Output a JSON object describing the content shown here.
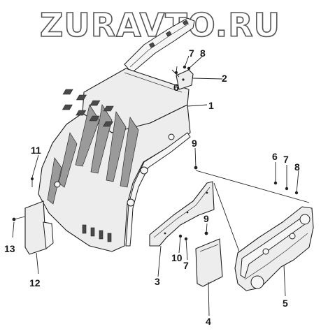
{
  "watermark": "ZURAVTO.RU",
  "callouts": [
    {
      "id": "c1",
      "text": "1"
    },
    {
      "id": "c2",
      "text": "2"
    },
    {
      "id": "c3",
      "text": "3"
    },
    {
      "id": "c4",
      "text": "4"
    },
    {
      "id": "c5",
      "text": "5"
    },
    {
      "id": "c6a",
      "text": "6"
    },
    {
      "id": "c6b",
      "text": "6"
    },
    {
      "id": "c7a",
      "text": "7"
    },
    {
      "id": "c7b",
      "text": "7"
    },
    {
      "id": "c7c",
      "text": "7"
    },
    {
      "id": "c8a",
      "text": "8"
    },
    {
      "id": "c8b",
      "text": "8"
    },
    {
      "id": "c9a",
      "text": "9"
    },
    {
      "id": "c9b",
      "text": "9"
    },
    {
      "id": "c10",
      "text": "10"
    },
    {
      "id": "c11",
      "text": "11"
    },
    {
      "id": "c12",
      "text": "12"
    },
    {
      "id": "c13",
      "text": "13"
    }
  ]
}
